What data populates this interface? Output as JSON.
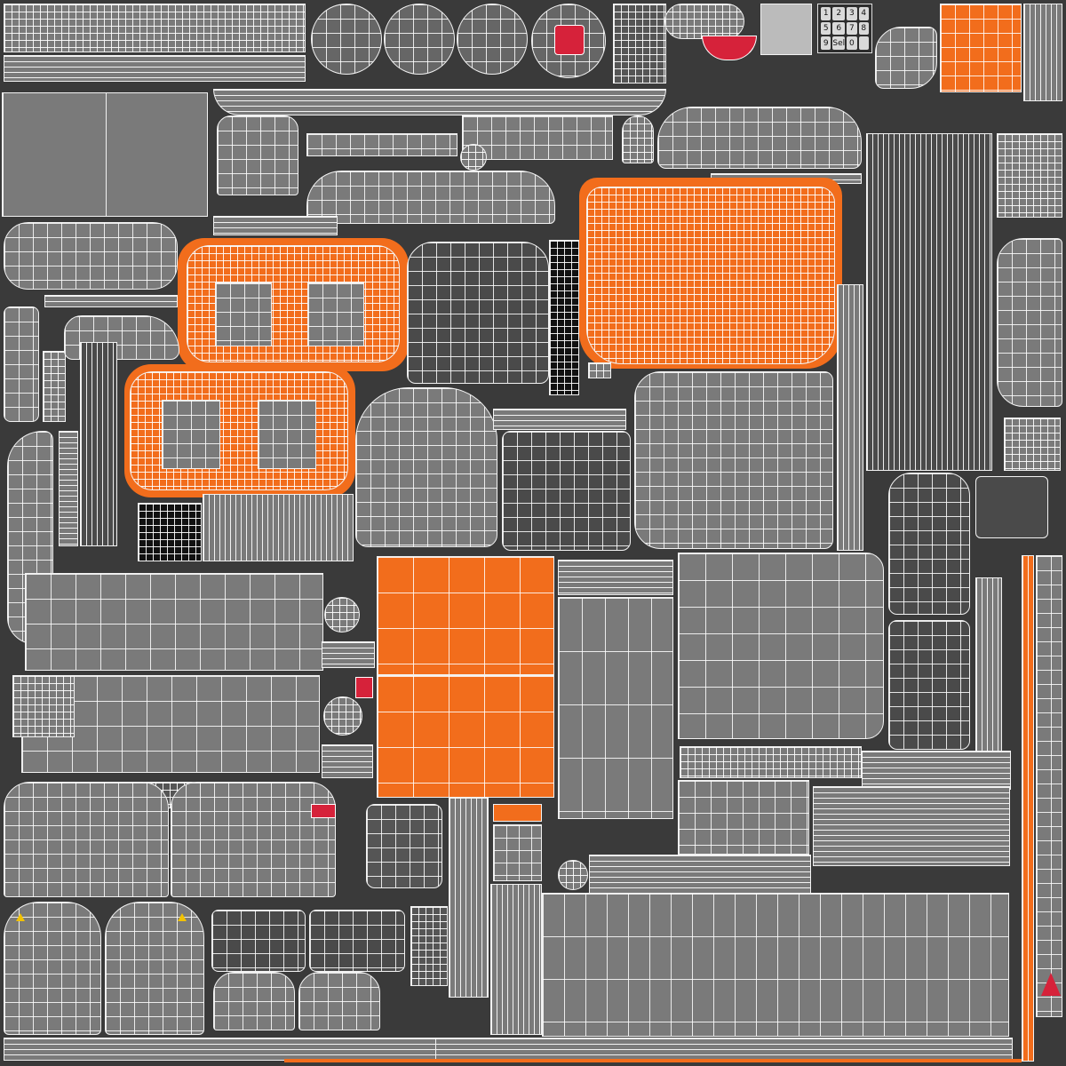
{
  "texture": {
    "kind": "uv-wireframe-atlas",
    "colors": {
      "background": "#3a3a3a",
      "island": "#555555",
      "shell_fill": "#7a7a7a",
      "dark_fill": "#4a4a4a",
      "highlight": "#f26d1c",
      "wire": "#f2f2f2",
      "warning": "#f2c200",
      "accent_red": "#d6223a"
    }
  },
  "keypad": {
    "keys": [
      "1",
      "2",
      "3",
      "4",
      "5",
      "6",
      "7",
      "8",
      "9",
      "Sel",
      "0",
      ""
    ]
  },
  "legend_icons": [
    "warning-triangle-icon",
    "red-emblem-icon"
  ]
}
